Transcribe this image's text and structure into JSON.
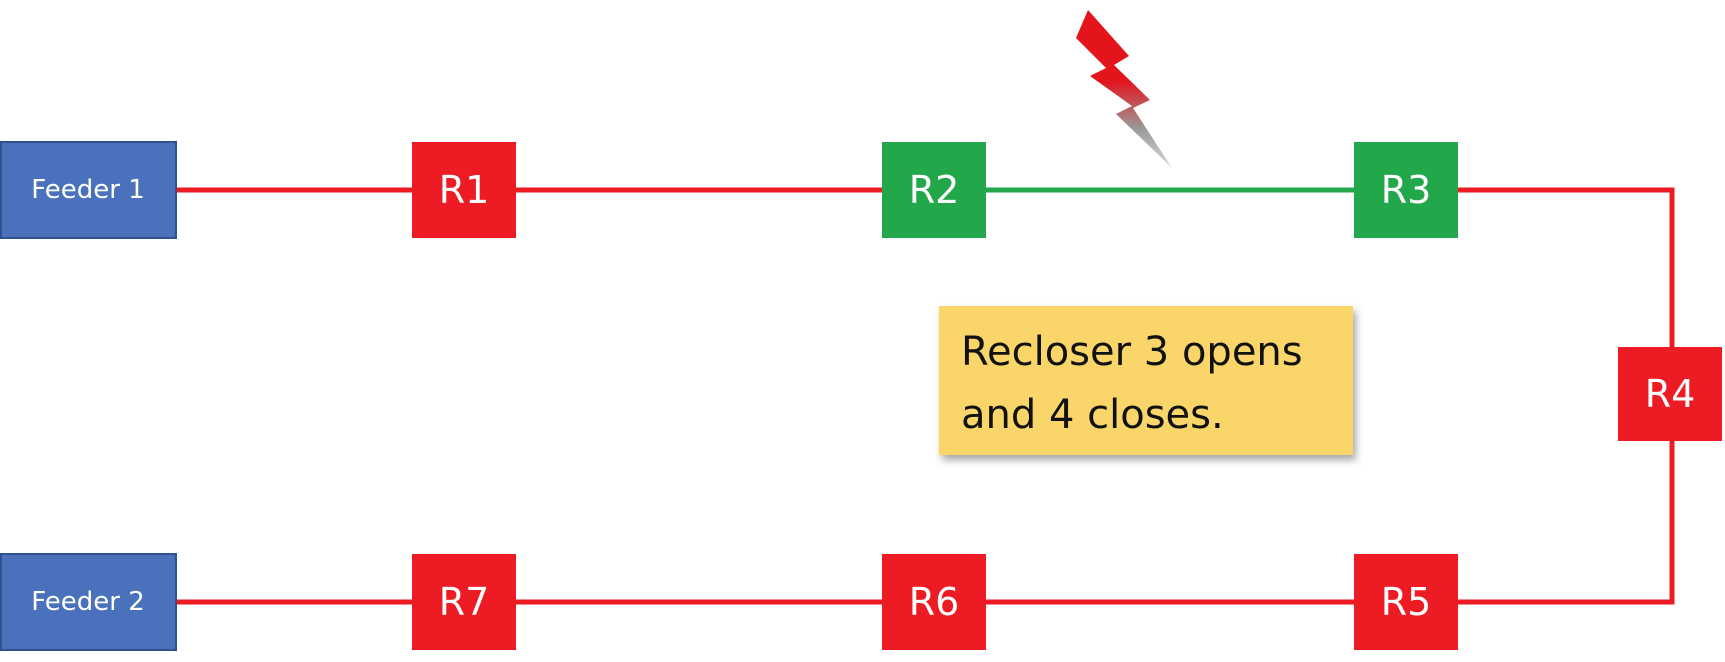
{
  "colors": {
    "energized": "#ed1c24",
    "isolated": "#22a84a",
    "feeder_fill": "#4a72bc",
    "feeder_border": "#2f528f",
    "note_fill": "#fad56b",
    "fault": "#e3141c"
  },
  "feeders": [
    {
      "id": "feeder-1",
      "label": "Feeder 1"
    },
    {
      "id": "feeder-2",
      "label": "Feeder 2"
    }
  ],
  "reclosers": [
    {
      "id": "r1",
      "label": "R1",
      "state": "energized"
    },
    {
      "id": "r2",
      "label": "R2",
      "state": "isolated"
    },
    {
      "id": "r3",
      "label": "R3",
      "state": "isolated"
    },
    {
      "id": "r4",
      "label": "R4",
      "state": "energized"
    },
    {
      "id": "r5",
      "label": "R5",
      "state": "energized"
    },
    {
      "id": "r6",
      "label": "R6",
      "state": "energized"
    },
    {
      "id": "r7",
      "label": "R7",
      "state": "energized"
    }
  ],
  "note": {
    "line1": "Recloser 3 opens",
    "line2": "and 4 closes."
  },
  "fault_icon": "lightning-bolt-icon"
}
